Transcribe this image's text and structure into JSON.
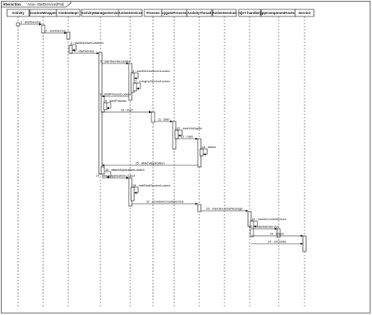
{
  "frame": {
    "keyword": "interaction",
    "name": "Amo- startService(Pat)"
  },
  "lifelines": [
    "Activity",
    "ContextWrapper",
    "ContextImpl",
    "ActivityManagerService",
    "ActiveServices",
    "Process",
    "zygoteProcess",
    "ActivityThread",
    "ActiveServices",
    "H[AT handler]",
    "AppComponentFactory",
    "Service"
  ],
  "messages": [
    {
      "label": "1 : startService"
    },
    {
      "label": "2 : startService"
    },
    {
      "label": "3 : startServiceCommon"
    },
    {
      "label": "4 : startService"
    },
    {
      "label": "5 : startServiceLocked"
    },
    {
      "label": "6 : startServiceInnerLocked"
    },
    {
      "label": "7 : bringUpServiceLocked"
    },
    {
      "label": "8 : startProcessLocked"
    },
    {
      "label": "9 : startProcess"
    },
    {
      "label": "10 : start"
    },
    {
      "label": "11 : start"
    },
    {
      "label": "12 : startViaZygote"
    },
    {
      "label": "13 : main"
    },
    {
      "label": "14 : attach"
    },
    {
      "label": "15 : attachApplication"
    },
    {
      "label": "16 : attachApplicationLocked"
    },
    {
      "label": "17 : attachApplicationLocked"
    },
    {
      "label": "18 : realStartServiceLocked"
    },
    {
      "label": "19 : scheduleCreateService"
    },
    {
      "label": "20 : Handler.sendMessage"
    },
    {
      "label": "21 : handleCreateService"
    },
    {
      "label": "22 : instantiateService"
    },
    {
      "label": "23 : attach"
    },
    {
      "label": "24 : onCreate"
    }
  ]
}
